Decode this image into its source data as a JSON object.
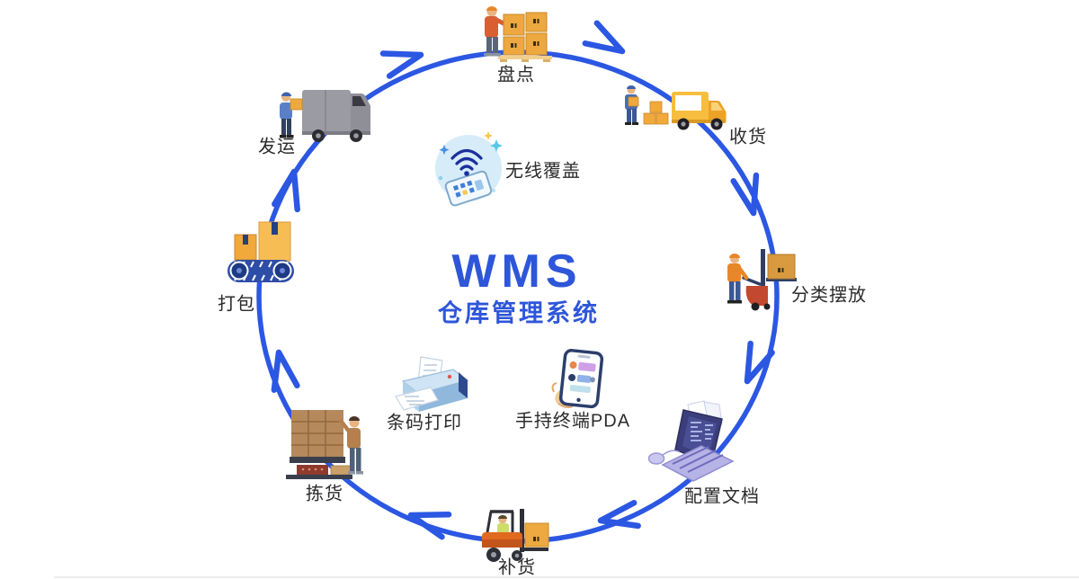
{
  "title": {
    "main": "WMS",
    "subtitle": "仓库管理系统"
  },
  "colors": {
    "flow_blue": "#2b57e2",
    "title_blue": "#2e56d9",
    "label_dark": "#2b2b2b",
    "box_orange": "#f2a93c",
    "truck_yellow": "#f7bd3f",
    "forklift_orange": "#e06a1f"
  },
  "flow_direction": "clockwise",
  "nodes": [
    {
      "label": "盘点",
      "icon": "worker-stacking-boxes-icon",
      "position": "top"
    },
    {
      "label": "收货",
      "icon": "delivery-truck-icon",
      "position": "top-right"
    },
    {
      "label": "分类摆放",
      "icon": "pallet-stacker-icon",
      "position": "right"
    },
    {
      "label": "配置文档",
      "icon": "laptop-code-icon",
      "position": "bottom-right"
    },
    {
      "label": "补货",
      "icon": "forklift-icon",
      "position": "bottom"
    },
    {
      "label": "拣货",
      "icon": "pallet-rack-picker-icon",
      "position": "bottom-left"
    },
    {
      "label": "打包",
      "icon": "conveyor-belt-icon",
      "position": "left"
    },
    {
      "label": "发运",
      "icon": "cargo-van-icon",
      "position": "top-left"
    }
  ],
  "inner_features": [
    {
      "label": "无线覆盖",
      "icon": "wifi-coverage-icon"
    },
    {
      "label": "条码打印",
      "icon": "printer-icon"
    },
    {
      "label": "手持终端PDA",
      "icon": "smartphone-in-hand-icon"
    }
  ]
}
